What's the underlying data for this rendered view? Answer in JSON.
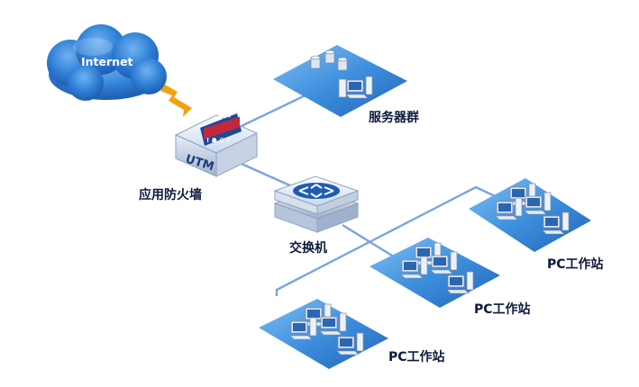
{
  "nodes": {
    "internet": {
      "label": "Internet"
    },
    "server_group": {
      "label": "服务器群"
    },
    "utm": {
      "label": "应用防火墙",
      "device_text": "UTM"
    },
    "switch": {
      "label": "交换机"
    },
    "pc_group_1": {
      "label": "PC工作站"
    },
    "pc_group_2": {
      "label": "PC工作站"
    },
    "pc_group_3": {
      "label": "PC工作站"
    }
  },
  "colors": {
    "cloud": "#2f7fd6",
    "link": "#7aa4e0",
    "lightning": "#f3a20f",
    "platform": "#3f8fde",
    "label": "#0d1a3a",
    "utm_panel": "#c2283a"
  }
}
